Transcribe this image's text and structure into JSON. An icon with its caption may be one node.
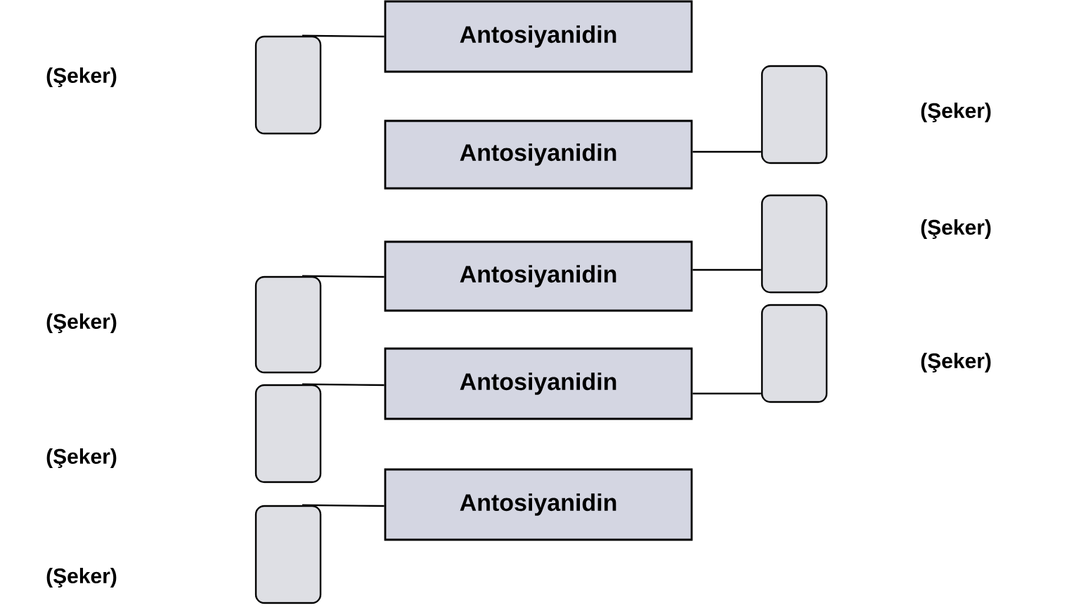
{
  "diagram": {
    "nodes": [
      {
        "text": [
          "Antosiyanidin"
        ]
      },
      {
        "text": [],
        "shape": "box"
      },
      {
        "text": [],
        "shape": "box"
      },
      {
        "text": [
          "Antosiyanidin"
        ]
      },
      {
        "text": [],
        "shape": "box"
      },
      {
        "text": [
          "Antosiyanidin"
        ]
      },
      {
        "text": [],
        "shape": "box"
      },
      {
        "text": [],
        "shape": "box"
      },
      {
        "text": [
          "Antosiyanidin"
        ]
      },
      {
        "text": [],
        "shape": "box"
      },
      {
        "text": [
          "Antosiyanidin"
        ]
      },
      {
        "text": [],
        "shape": "box"
      }
    ],
    "edges": [
      {
        "from": 0,
        "to": 1,
        "arrow": "none"
      },
      {
        "from": 3,
        "to": 2,
        "arrow": "none"
      },
      {
        "from": 5,
        "to": 4,
        "arrow": "none"
      },
      {
        "from": 5,
        "to": 6,
        "arrow": "none"
      },
      {
        "from": 8,
        "to": 7,
        "arrow": "none"
      },
      {
        "from": 8,
        "to": 9,
        "arrow": "none"
      },
      {
        "from": 10,
        "to": 11,
        "arrow": "none"
      }
    ],
    "labels": [
      "(Şeker)",
      "(Şeker)",
      "(Şeker)",
      "(Şeker)",
      "(Şeker)",
      "(Şeker)",
      "(Şeker)"
    ]
  }
}
